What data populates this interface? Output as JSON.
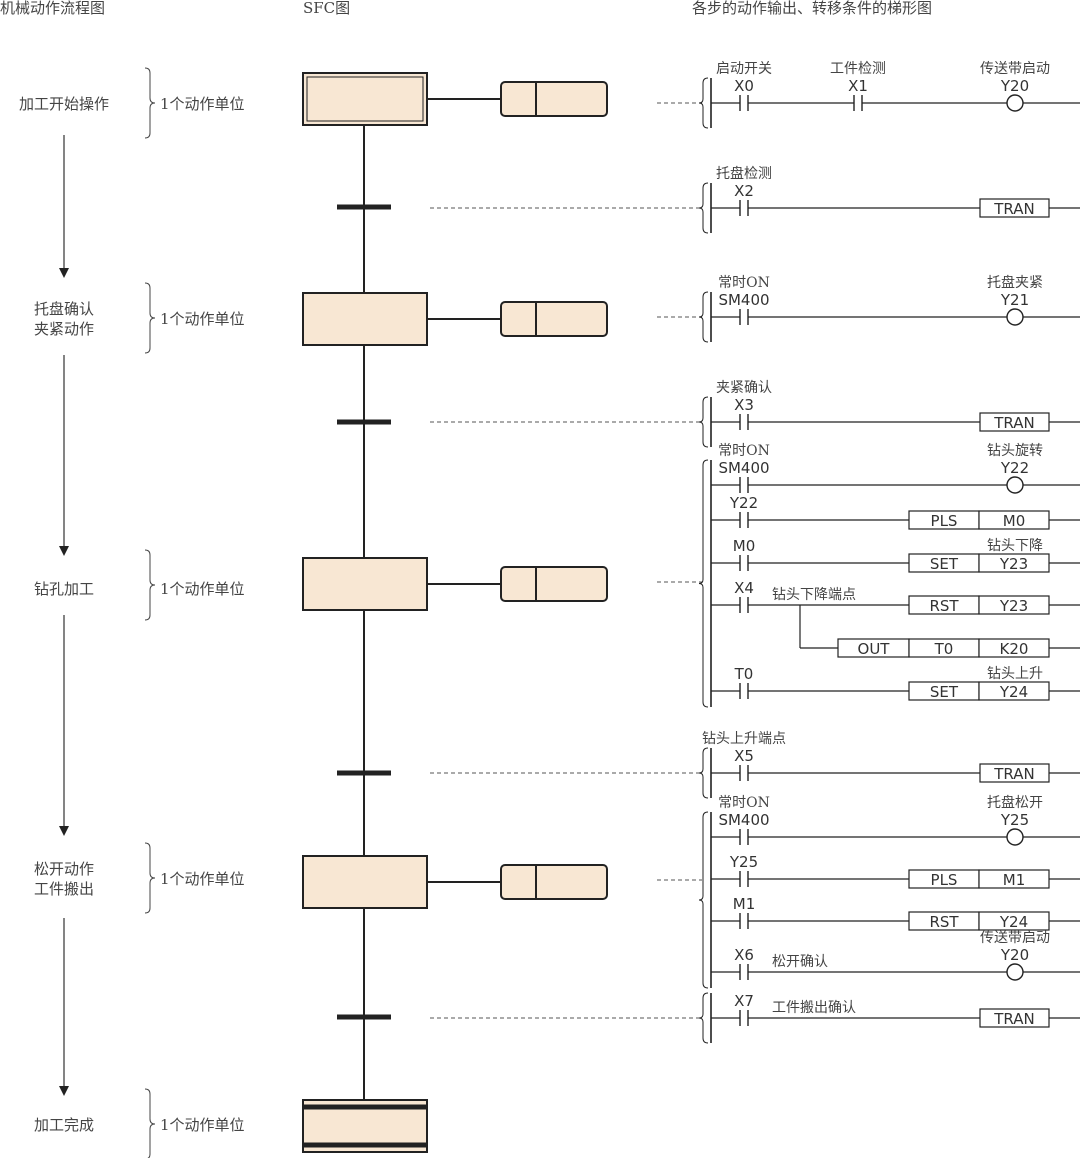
{
  "headers": {
    "flow": "机械动作流程图",
    "sfc": "SFC图",
    "ladder": "各步的动作输出、转移条件的梯形图"
  },
  "flow_steps": [
    {
      "lines": [
        "加工开始操作"
      ],
      "unit": "1个动作单位"
    },
    {
      "lines": [
        "托盘确认",
        "夹紧动作"
      ],
      "unit": "1个动作单位"
    },
    {
      "lines": [
        "钻孔加工"
      ],
      "unit": "1个动作单位"
    },
    {
      "lines": [
        "松开动作",
        "工件搬出"
      ],
      "unit": "1个动作单位"
    },
    {
      "lines": [
        "加工完成"
      ],
      "unit": "1个动作单位"
    }
  ],
  "colors": {
    "step_fill": "#f8e7d3",
    "line": "#222222",
    "text": "#333333"
  },
  "ladder": {
    "blocks": [
      {
        "rungs": [
          {
            "contacts": [
              {
                "device": "X0",
                "comment": "启动开关"
              },
              {
                "device": "X1",
                "comment": "工件检测"
              }
            ],
            "output": {
              "kind": "coil",
              "device": "Y20",
              "comment": "传送带启动"
            }
          }
        ]
      },
      {
        "rungs": [
          {
            "contacts": [
              {
                "device": "X2",
                "comment": "托盘检测"
              }
            ],
            "output": {
              "kind": "box",
              "cells": [
                "TRAN"
              ]
            }
          }
        ]
      },
      {
        "rungs": [
          {
            "contacts": [
              {
                "device": "SM400",
                "comment": "常时ON"
              }
            ],
            "output": {
              "kind": "coil",
              "device": "Y21",
              "comment": "托盘夹紧"
            }
          }
        ]
      },
      {
        "rungs": [
          {
            "contacts": [
              {
                "device": "X3",
                "comment": "夹紧确认"
              }
            ],
            "output": {
              "kind": "box",
              "cells": [
                "TRAN"
              ]
            }
          }
        ]
      },
      {
        "rungs": [
          {
            "contacts": [
              {
                "device": "SM400",
                "comment": "常时ON"
              }
            ],
            "output": {
              "kind": "coil",
              "device": "Y22",
              "comment": "钻头旋转"
            }
          },
          {
            "contacts": [
              {
                "device": "Y22"
              }
            ],
            "output": {
              "kind": "box",
              "cells": [
                "PLS",
                "M0"
              ]
            }
          },
          {
            "contacts": [
              {
                "device": "M0"
              }
            ],
            "output": {
              "kind": "box",
              "cells": [
                "SET",
                "Y23"
              ],
              "comment": "钻头下降"
            }
          },
          {
            "contacts": [
              {
                "device": "X4",
                "side_comment": "钻头下降端点"
              }
            ],
            "output": {
              "kind": "box",
              "cells": [
                "RST",
                "Y23"
              ]
            },
            "branch": {
              "cells": [
                "OUT",
                "T0",
                "K20"
              ]
            }
          },
          {
            "contacts": [
              {
                "device": "T0"
              }
            ],
            "output": {
              "kind": "box",
              "cells": [
                "SET",
                "Y24"
              ],
              "comment": "钻头上升"
            }
          }
        ]
      },
      {
        "rungs": [
          {
            "contacts": [
              {
                "device": "X5",
                "comment": "钻头上升端点"
              }
            ],
            "output": {
              "kind": "box",
              "cells": [
                "TRAN"
              ]
            }
          }
        ]
      },
      {
        "rungs": [
          {
            "contacts": [
              {
                "device": "SM400",
                "comment": "常时ON"
              }
            ],
            "output": {
              "kind": "coil",
              "device": "Y25",
              "comment": "托盘松开"
            }
          },
          {
            "contacts": [
              {
                "device": "Y25"
              }
            ],
            "output": {
              "kind": "box",
              "cells": [
                "PLS",
                "M1"
              ]
            }
          },
          {
            "contacts": [
              {
                "device": "M1"
              }
            ],
            "output": {
              "kind": "box",
              "cells": [
                "RST",
                "Y24"
              ]
            }
          },
          {
            "contacts": [
              {
                "device": "X6",
                "side_comment": "松开确认"
              }
            ],
            "output": {
              "kind": "coil",
              "device": "Y20",
              "comment": "传送带启动"
            }
          }
        ]
      },
      {
        "rungs": [
          {
            "contacts": [
              {
                "device": "X7",
                "side_comment": "工件搬出确认"
              }
            ],
            "output": {
              "kind": "box",
              "cells": [
                "TRAN"
              ]
            }
          }
        ]
      }
    ]
  }
}
